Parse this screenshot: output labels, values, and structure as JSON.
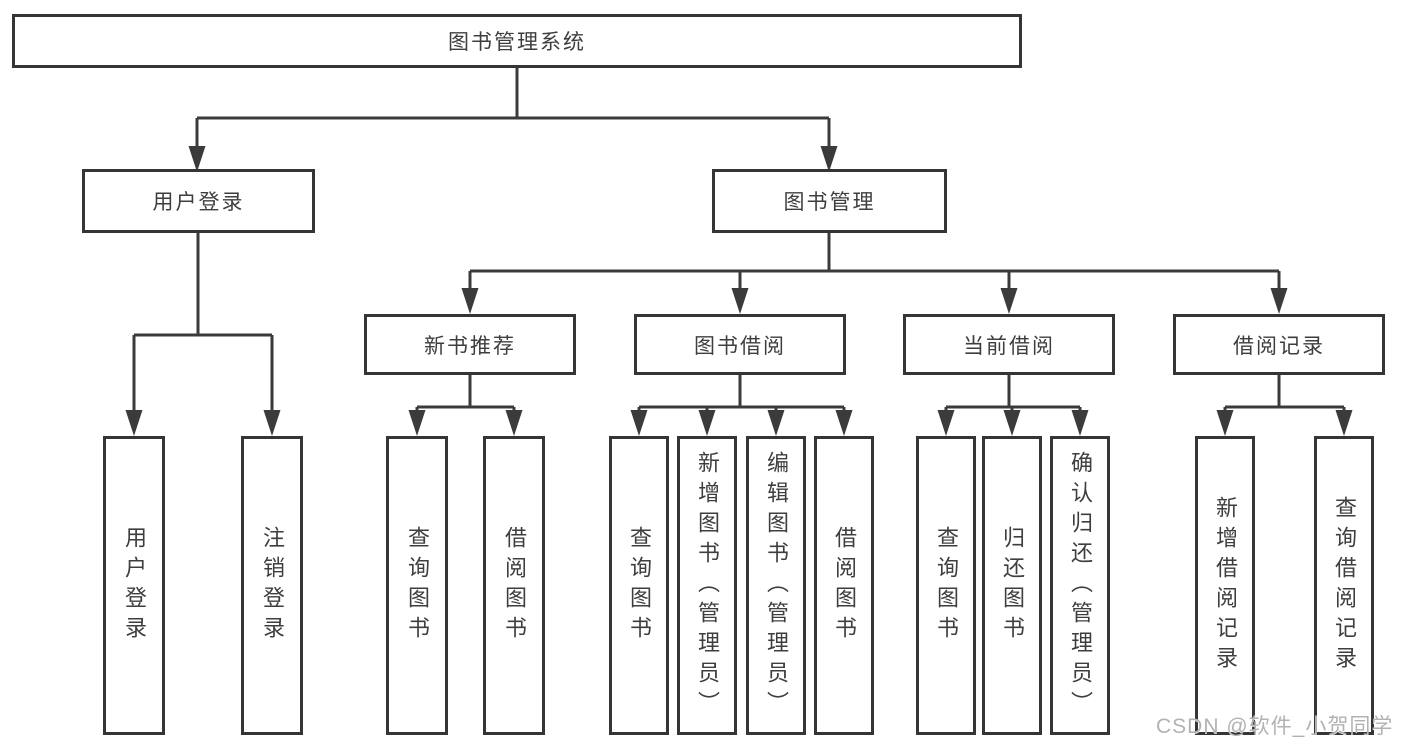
{
  "colors": {
    "line": "#3b3b3b",
    "box_border": "#353535",
    "text": "#3e3e3e",
    "watermark": "#b2b2b2",
    "background": "#ffffff"
  },
  "tree": {
    "root": {
      "label": "图书管理系统"
    },
    "children": [
      {
        "label": "用户登录",
        "children": [
          {
            "label": "用户登录"
          },
          {
            "label": "注销登录"
          }
        ]
      },
      {
        "label": "图书管理",
        "children": [
          {
            "label": "新书推荐",
            "children": [
              {
                "label": "查询图书"
              },
              {
                "label": "借阅图书"
              }
            ]
          },
          {
            "label": "图书借阅",
            "children": [
              {
                "label": "查询图书"
              },
              {
                "label": "新增图书（管理员）"
              },
              {
                "label": "编辑图书（管理员）"
              },
              {
                "label": "借阅图书"
              }
            ]
          },
          {
            "label": "当前借阅",
            "children": [
              {
                "label": "查询图书"
              },
              {
                "label": "归还图书"
              },
              {
                "label": "确认归还（管理员）"
              }
            ]
          },
          {
            "label": "借阅记录",
            "children": [
              {
                "label": "新增借阅记录"
              },
              {
                "label": "查询借阅记录"
              }
            ]
          }
        ]
      }
    ]
  },
  "watermark": {
    "text": "CSDN @软件_小贺同学"
  }
}
